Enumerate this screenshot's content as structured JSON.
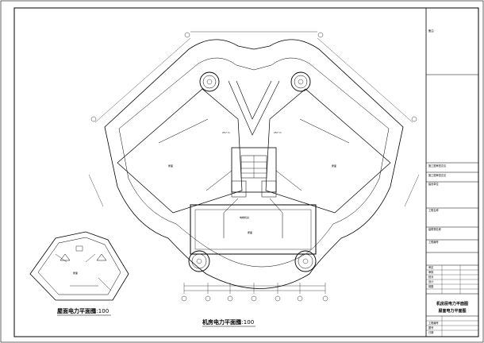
{
  "title_block": {
    "rows_top": [
      "备注:",
      "施工图审查意见",
      "施工图审查意见",
      "建设单位"
    ],
    "rows_mid": [
      "工程名称",
      "建筑物名称"
    ],
    "label_design": "工程编号",
    "sign_rows": [
      "审定",
      "审核",
      "校对",
      "设计",
      "制图"
    ],
    "drawing_title_1": "机房层电力平面图",
    "drawing_title_2": "屋面电力平面图",
    "meta_rows": [
      "工程编号",
      "图号",
      "日期"
    ]
  },
  "captions": {
    "left_plan_title": "屋面电力平面图",
    "left_plan_scale": "1:100",
    "main_plan_title": "机房电力平面图",
    "main_plan_scale": "1:100"
  },
  "room_labels": {
    "left_room_a": "257 m",
    "right_room_a": "257 m",
    "left_wing": "屋面",
    "right_wing": "屋面",
    "machine_room": "屋面",
    "center_label": "电梯机房",
    "left_small_room": "屋面"
  }
}
